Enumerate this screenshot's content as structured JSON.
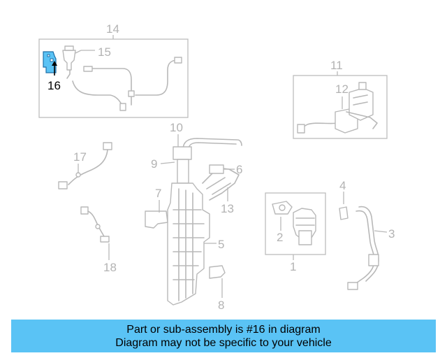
{
  "callouts": {
    "c1": "1",
    "c2": "2",
    "c3": "3",
    "c4": "4",
    "c5": "5",
    "c6": "6",
    "c7": "7",
    "c8": "8",
    "c9": "9",
    "c10": "10",
    "c11": "11",
    "c12": "12",
    "c13": "13",
    "c14": "14",
    "c15": "15",
    "c16": "16",
    "c17": "17",
    "c18": "18"
  },
  "highlight": {
    "part": "16",
    "color": "#5ac3f5"
  },
  "banner": {
    "line1": "Part or sub-assembly is #16 in diagram",
    "line2": "Diagram may not be specific to your vehicle",
    "background": "#5ac3f5"
  }
}
